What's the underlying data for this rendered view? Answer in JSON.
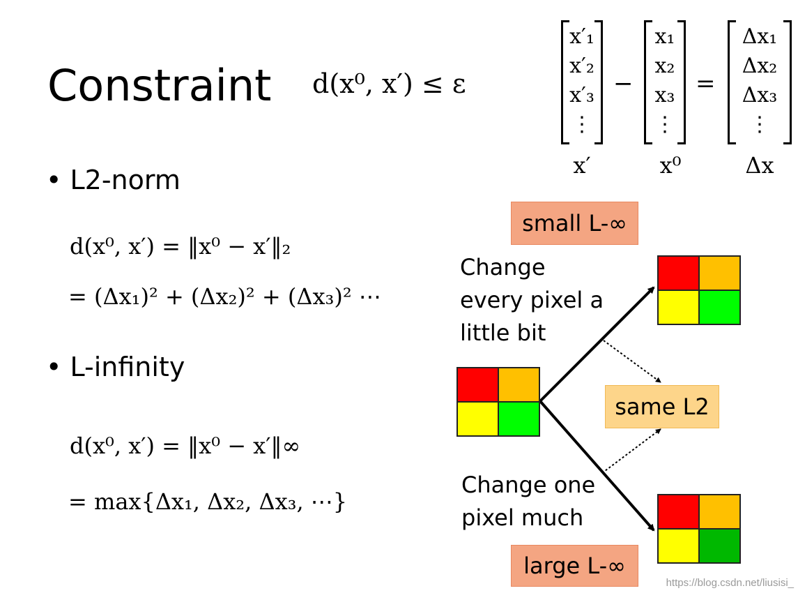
{
  "slide": {
    "title": "Constraint",
    "constraint_formula": "d(x⁰, x′) ≤ ε"
  },
  "matrix_equation": {
    "x_prime": {
      "entries": [
        "x′₁",
        "x′₂",
        "x′₃",
        "⋮"
      ],
      "label": "x′"
    },
    "x_zero": {
      "entries": [
        "x₁",
        "x₂",
        "x₃",
        "⋮"
      ],
      "label": "x⁰"
    },
    "delta_x": {
      "entries": [
        "Δx₁",
        "Δx₂",
        "Δx₃",
        "⋮"
      ],
      "label": "Δx"
    },
    "minus": "−",
    "equals": "="
  },
  "l2": {
    "bullet": "• L2-norm",
    "line1": "d(x⁰, x′) = ‖x⁰ − x′‖₂",
    "line2": "= (Δx₁)² + (Δx₂)² + (Δx₃)² ⋯"
  },
  "linf": {
    "bullet": "• L-infinity",
    "line1": "d(x⁰, x′) = ‖x⁰ − x′‖∞",
    "line2": "= max{Δx₁, Δx₂, Δx₃, ⋯}"
  },
  "diagram": {
    "small_linf_label": "small L-∞",
    "large_linf_label": "large L-∞",
    "same_l2_label": "same L2",
    "change_every_lines": [
      "Change",
      "every pixel a",
      "little bit"
    ],
    "change_one_lines": [
      "Change one",
      "pixel much"
    ],
    "colors": {
      "red": "#ff0000",
      "orange": "#ffc000",
      "yellow": "#ffff00",
      "green": "#00ff00",
      "dark_green": "#00b800",
      "box_inf": "#f4a582",
      "box_l2": "#fdd58a"
    },
    "original_grid": [
      "#ff0000",
      "#ffc000",
      "#ffff00",
      "#00ff00"
    ],
    "top_grid": [
      "#ff0000",
      "#ffc000",
      "#ffff00",
      "#00ff00"
    ],
    "bottom_grid": [
      "#ff0000",
      "#ffc000",
      "#ffff00",
      "#00b800"
    ]
  },
  "watermark": "https://blog.csdn.net/liusisi_"
}
